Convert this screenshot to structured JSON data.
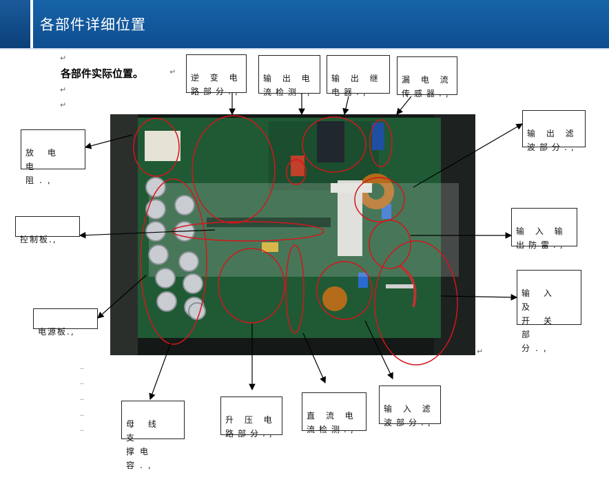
{
  "header": {
    "title": "各部件详细位置"
  },
  "subtitle": "各部件实际位置。",
  "return_mark": "↵",
  "small_marks": [
    "..",
    "..",
    "..",
    "..",
    ".."
  ],
  "labels": {
    "inverter": [
      "逆 变 电",
      "路部分.,"
    ],
    "out_current": [
      "输 出 电",
      "流检测.,"
    ],
    "out_relay": [
      "输 出 继",
      "电器.,"
    ],
    "leak_sensor": [
      "漏 电 流",
      "传感器.,"
    ],
    "discharge": [
      "放 电 电",
      "阻.,"
    ],
    "out_filter": [
      "输 出 滤",
      "波部分.,"
    ],
    "control": [
      "控制板.,"
    ],
    "io_protect": [
      "输 入 输",
      "出防雷.,"
    ],
    "power_board": [
      "电源板.,"
    ],
    "input_switch": [
      "输 入 及",
      "开 关 部",
      "分.,"
    ],
    "bus_cap": [
      "母 线 支",
      "撑电容.,"
    ],
    "boost": [
      "升 压 电",
      "路部分.,"
    ],
    "dc_current": [
      "直 流 电",
      "流检测.,"
    ],
    "in_filter": [
      "输 入 滤",
      "波部分.,"
    ]
  },
  "colors": {
    "header": "#1763a8",
    "ellipse": "#d4161c",
    "board": "#1f5a34"
  }
}
